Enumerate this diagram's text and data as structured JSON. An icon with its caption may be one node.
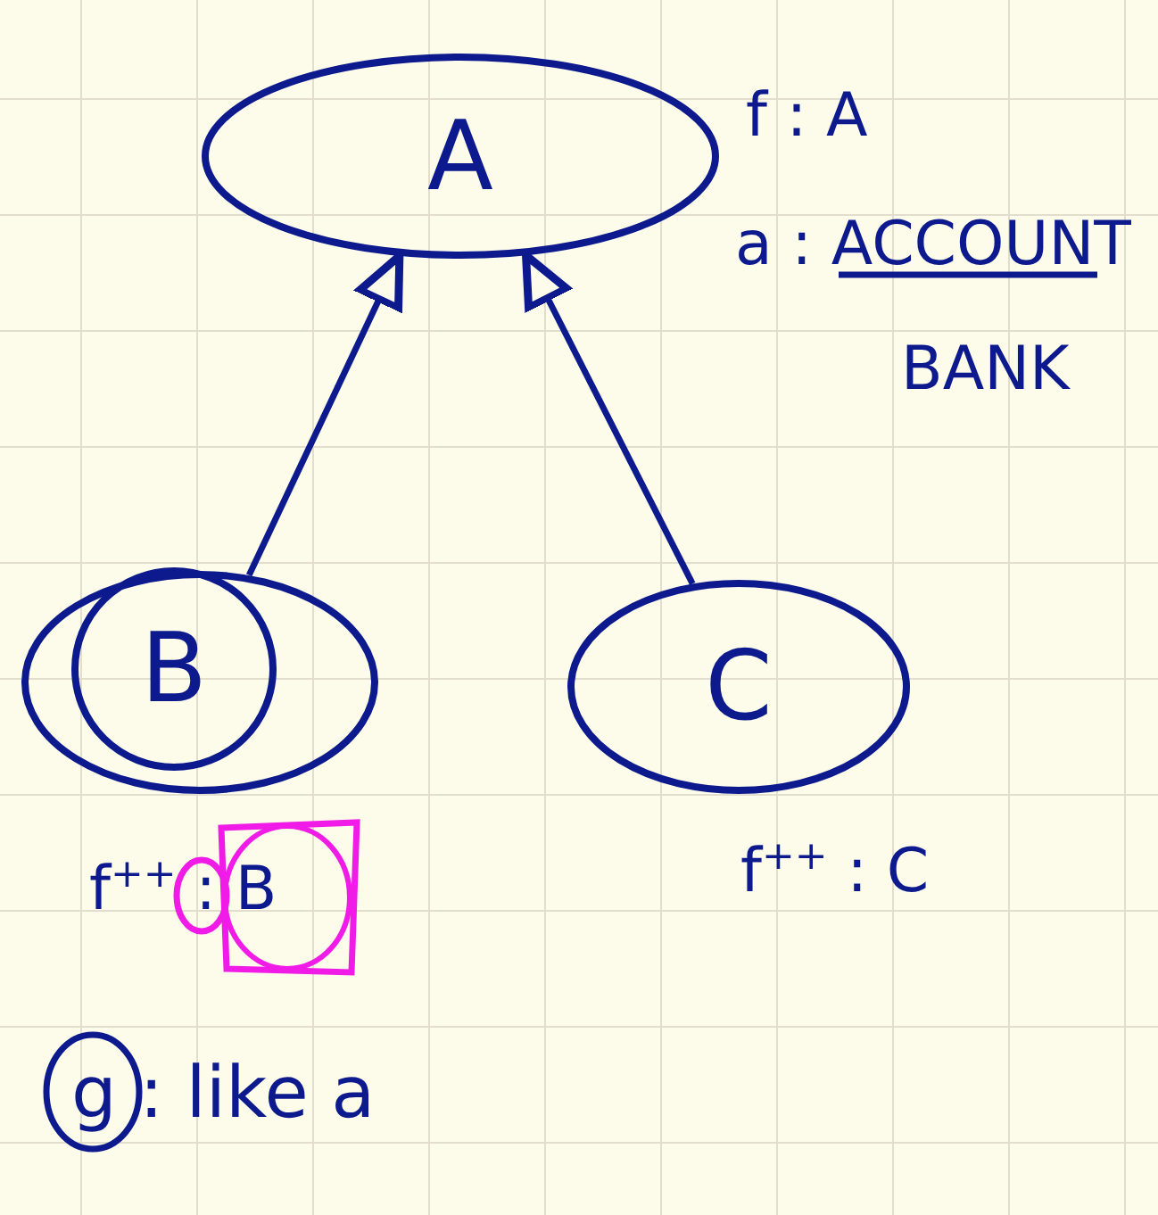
{
  "diagram": {
    "nodes": [
      {
        "text": [
          "A"
        ],
        "beside": [
          "f : A",
          "a : ACCOUNT",
          "BANK"
        ]
      },
      {
        "text": [],
        "shape": "circle",
        "beside": [
          "f$^{++}$ : B"
        ]
      },
      {
        "text": [
          "B"
        ],
        "in": 1
      },
      {
        "text": [
          "C"
        ],
        "beside": [
          "f$^{++}$ : C"
        ]
      }
    ],
    "edges": [
      {
        "from": 1,
        "to": 0,
        "arrow": "to"
      },
      {
        "from": 3,
        "to": 0,
        "arrow": "to"
      }
    ],
    "labels": [
      "g : like a"
    ]
  }
}
